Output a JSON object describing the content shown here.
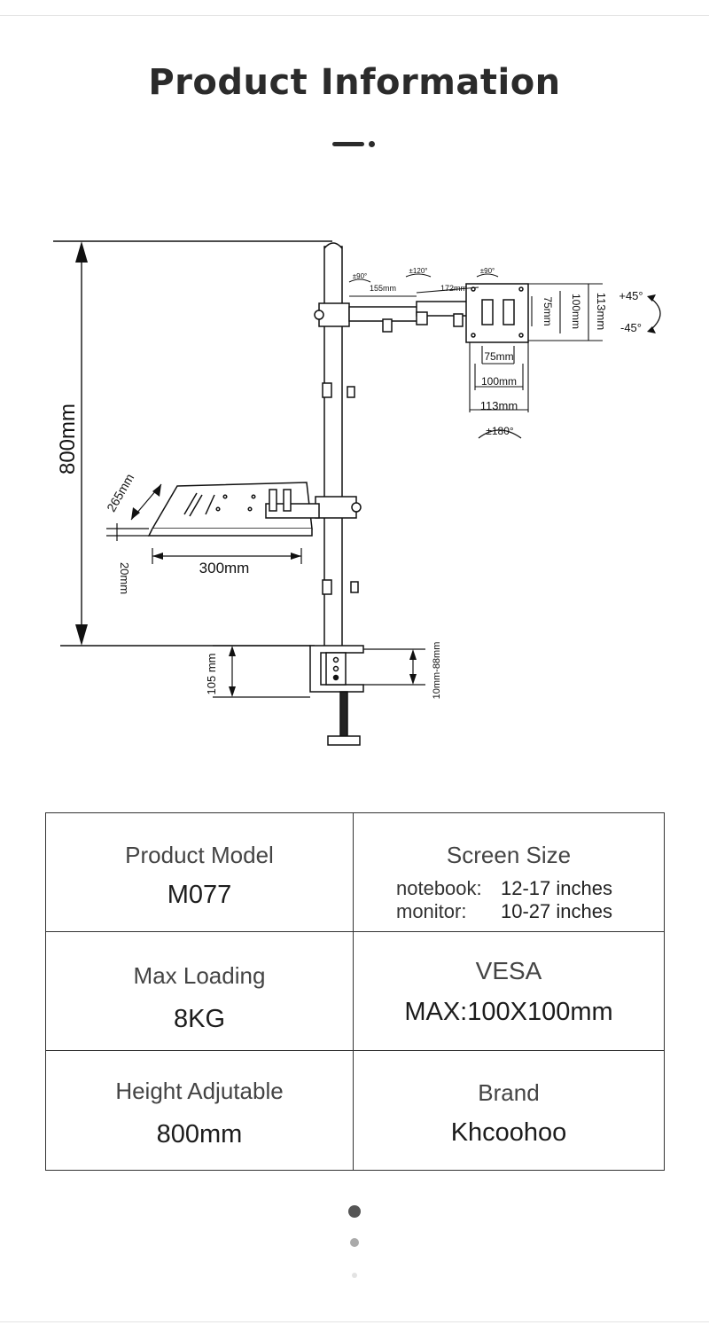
{
  "header": {
    "title": "Product Information"
  },
  "diagram": {
    "total_height": "800mm",
    "clamp_height": "105 mm",
    "clamp_range": "10mm-88mm",
    "tray_depth": "265mm",
    "tray_width": "300mm",
    "tray_thickness": "20mm",
    "arm_segment_1": "155mm",
    "arm_segment_2": "172mm",
    "rotate_1": "±90°",
    "rotate_2": "±120°",
    "rotate_3": "±90°",
    "vesa_75_h": "75mm",
    "vesa_100_h": "100mm",
    "vesa_113_h": "113mm",
    "vesa_75_w": "75mm",
    "vesa_100_w": "100mm",
    "vesa_113_w": "113mm",
    "tilt_up": "+45°",
    "tilt_down": "-45°",
    "swivel": "±180°"
  },
  "specs": {
    "product_model_label": "Product Model",
    "product_model_value": "M077",
    "screen_size_label": "Screen Size",
    "screen_notebook_key": "notebook:",
    "screen_notebook_value": "12-17 inches",
    "screen_monitor_key": "monitor:",
    "screen_monitor_value": "10-27 inches",
    "max_loading_label": "Max Loading",
    "max_loading_value": "8KG",
    "vesa_label": "VESA",
    "vesa_value": "MAX:100X100mm",
    "height_label": "Height Adjutable",
    "height_value": "800mm",
    "brand_label": "Brand",
    "brand_value": "Khcoohoo"
  },
  "pagination": {
    "count": 3,
    "active": 1
  }
}
